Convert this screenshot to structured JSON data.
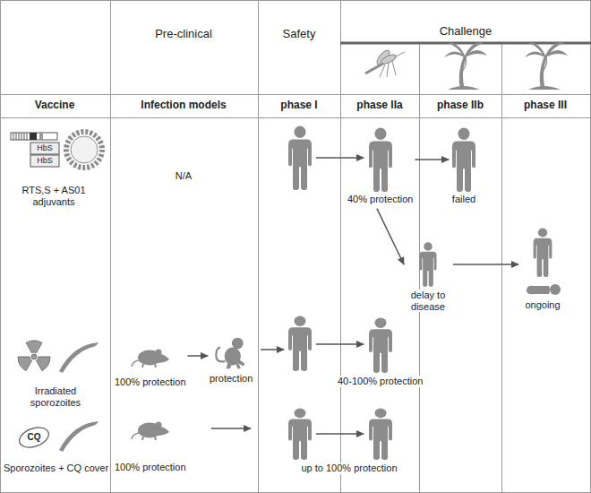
{
  "diagram": {
    "nodes": [
      {
        "text": [
          "40% protection"
        ]
      },
      {
        "text": [
          "failed"
        ]
      },
      {
        "text": [
          "delay to disease"
        ]
      },
      {
        "text": [
          "ongoing"
        ]
      },
      {
        "text": [
          "100% protection"
        ]
      },
      {
        "text": [
          "protection"
        ]
      },
      {
        "text": [
          "40-100% protection"
        ]
      },
      {
        "text": [
          "100% protection"
        ]
      }
    ],
    "edges": [
      {
        "from": 0,
        "to": 1,
        "arrow": "to"
      },
      {
        "from": 0,
        "to": 2,
        "arrow": "to"
      },
      {
        "from": 2,
        "to": 3,
        "arrow": "to"
      },
      {
        "from": 4,
        "to": 5,
        "arrow": "to"
      }
    ],
    "labels": [
      "Pre-clinical",
      "Safety",
      "Challenge",
      "Vaccine",
      "Infection models",
      "phase I",
      "phase IIa",
      "phase IIb",
      "phase III",
      "HbS",
      "HbS",
      "RTS,S + AS01 adjuvants",
      "N/A",
      "Irradiated sporozoites",
      "CQ",
      "Sporozoites + CQ cover",
      "up to 100% protection"
    ]
  }
}
